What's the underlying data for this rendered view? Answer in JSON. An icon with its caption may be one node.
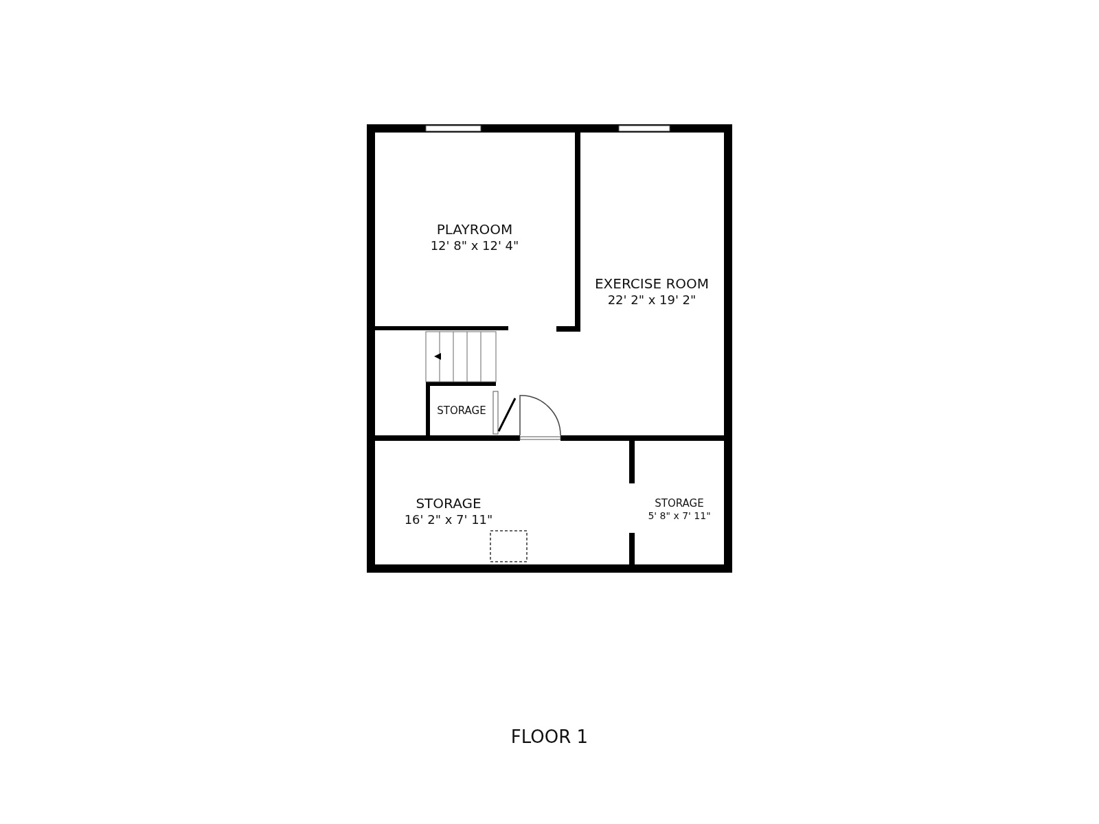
{
  "diagram": {
    "caption": "FLOOR 1",
    "nodes": [
      {
        "text": [
          "PLAYROOM",
          "12' 8\" x 12' 4\""
        ]
      },
      {
        "text": [
          "EXERCISE ROOM",
          "22' 2\" x 19' 2\""
        ]
      },
      {
        "text": [
          "STORAGE"
        ]
      },
      {
        "text": [
          "STORAGE",
          "16' 2\" x 7' 11\""
        ]
      },
      {
        "text": [
          "STORAGE",
          "5' 8\" x 7' 11\""
        ]
      }
    ],
    "edges": []
  }
}
